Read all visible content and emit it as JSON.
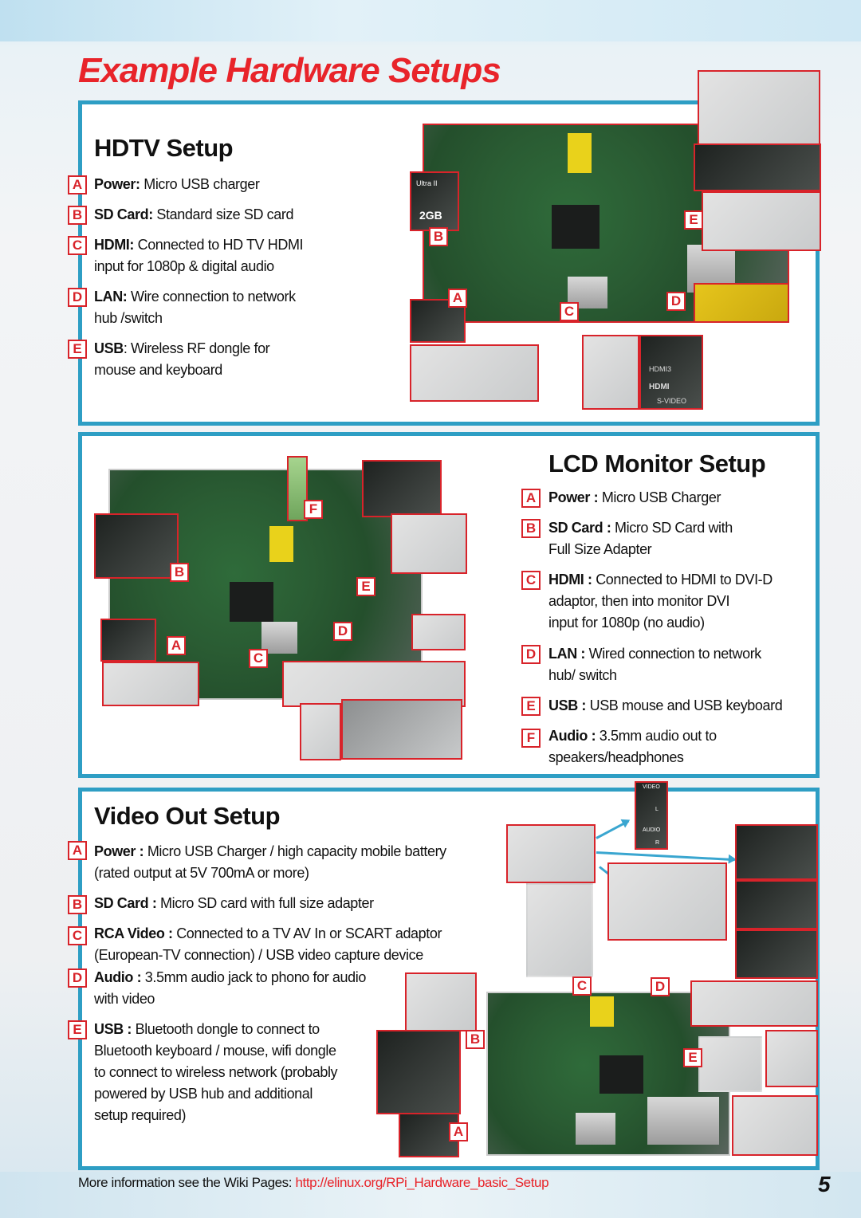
{
  "page_title": "Example Hardware Setups",
  "hdtv": {
    "title": "HDTV Setup",
    "items": [
      {
        "letter": "A",
        "label": "Power:",
        "text": " Micro USB charger"
      },
      {
        "letter": "B",
        "label": "SD Card:",
        "text": " Standard size SD card"
      },
      {
        "letter": "C",
        "label": "HDMI:",
        "text": " Connected to HD TV HDMI",
        "text2": "input for 1080p & digital audio"
      },
      {
        "letter": "D",
        "label": "LAN:",
        "text": " Wire connection to network",
        "text2": "hub /switch"
      },
      {
        "letter": "E",
        "label": "USB",
        "text": ": Wireless RF dongle for",
        "text2": "mouse and keyboard"
      }
    ],
    "photo_labels": {
      "sd_brand": "Ultra II",
      "sd_size": "2GB",
      "hdmi3": "HDMI3",
      "hdmi": "HDMI",
      "svideo": "S-VIDEO"
    }
  },
  "lcd": {
    "title": "LCD Monitor Setup",
    "items": [
      {
        "letter": "A",
        "label": "Power :",
        "text": " Micro USB Charger"
      },
      {
        "letter": "B",
        "label": "SD Card :",
        "text": " Micro SD Card with",
        "text2": "Full Size Adapter"
      },
      {
        "letter": "C",
        "label": "HDMI :",
        "text": " Connected to HDMI to DVI-D",
        "text2": "adaptor, then into monitor DVI",
        "text3": "input for 1080p (no audio)"
      },
      {
        "letter": "D",
        "label": "LAN :",
        "text": " Wired connection to network",
        "text2": "hub/ switch"
      },
      {
        "letter": "E",
        "label": "USB :",
        "text": " USB mouse and USB keyboard"
      },
      {
        "letter": "F",
        "label": "Audio :",
        "text": " 3.5mm audio out to",
        "text2": "speakers/headphones"
      }
    ]
  },
  "video": {
    "title": "Video Out Setup",
    "items": [
      {
        "letter": "A",
        "label": "Power :",
        "text": " Micro USB Charger / high capacity mobile battery",
        "text2": "(rated output at 5V 700mA or more)"
      },
      {
        "letter": "B",
        "label": "SD Card :",
        "text": " Micro SD card with full size adapter"
      },
      {
        "letter": "C",
        "label": "RCA Video :",
        "text": " Connected to a TV AV In or SCART adaptor",
        "text2": "(European-TV connection) / USB video capture device"
      },
      {
        "letter": "D",
        "label": "Audio :",
        "text": " 3.5mm audio jack to phono for audio",
        "text2": "with video"
      },
      {
        "letter": "E",
        "label": "USB :",
        "text": " Bluetooth dongle to connect to",
        "text2": "Bluetooth keyboard / mouse, wifi dongle",
        "text3": "to connect to wireless network (probably",
        "text4": "powered by USB hub and additional",
        "text5": "setup required)"
      }
    ],
    "photo_labels": {
      "video": "VIDEO",
      "audio": "AUDIO",
      "l": "L",
      "r": "R"
    }
  },
  "footer": {
    "text": "More information see the Wiki Pages: ",
    "link": "http://elinux.org/RPi_Hardware_basic_Setup"
  },
  "page_number": "5",
  "colors": {
    "accent_red": "#e8242a",
    "panel_blue": "#2e9ec4"
  }
}
